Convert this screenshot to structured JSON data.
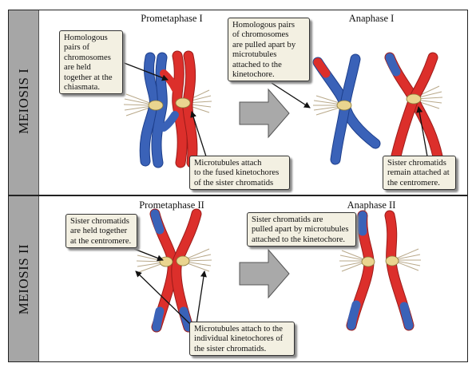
{
  "rows": [
    {
      "label": "MEIOSIS I",
      "left_title": "Prometaphase I",
      "right_title": "Anaphase I",
      "callouts": [
        [
          "Homologous",
          "pairs of",
          "chromosomes",
          "are held",
          "together at the",
          "chiasmata."
        ],
        [
          "Homologous pairs",
          "of chromosomes",
          "are pulled apart by",
          "microtubules",
          "attached to the",
          "kinetochore."
        ],
        [
          "Microtubules attach",
          "to the fused kinetochores",
          "of the sister chromatids"
        ],
        [
          "Sister chromatids",
          "remain attached at",
          "the centromere."
        ]
      ]
    },
    {
      "label": "MEIOSIS II",
      "left_title": "Prometaphase II",
      "right_title": "Anaphase II",
      "callouts": [
        [
          "Sister chromatids",
          "are held together",
          "at the centromere."
        ],
        [
          "Sister chromatids are",
          "pulled apart by microtubules",
          "attached to the kinetochore."
        ],
        [
          "Microtubules attach to the",
          "individual kinetochores of",
          "the sister chromatids."
        ]
      ]
    }
  ],
  "colors": {
    "maternal": "#3a62b8",
    "paternal": "#dc2f2b",
    "kinetochore": "#ead58f",
    "callout_bg": "#f3f0e2",
    "side_bar": "#a6a6a6",
    "arrow_fill": "#a9a9a9"
  }
}
